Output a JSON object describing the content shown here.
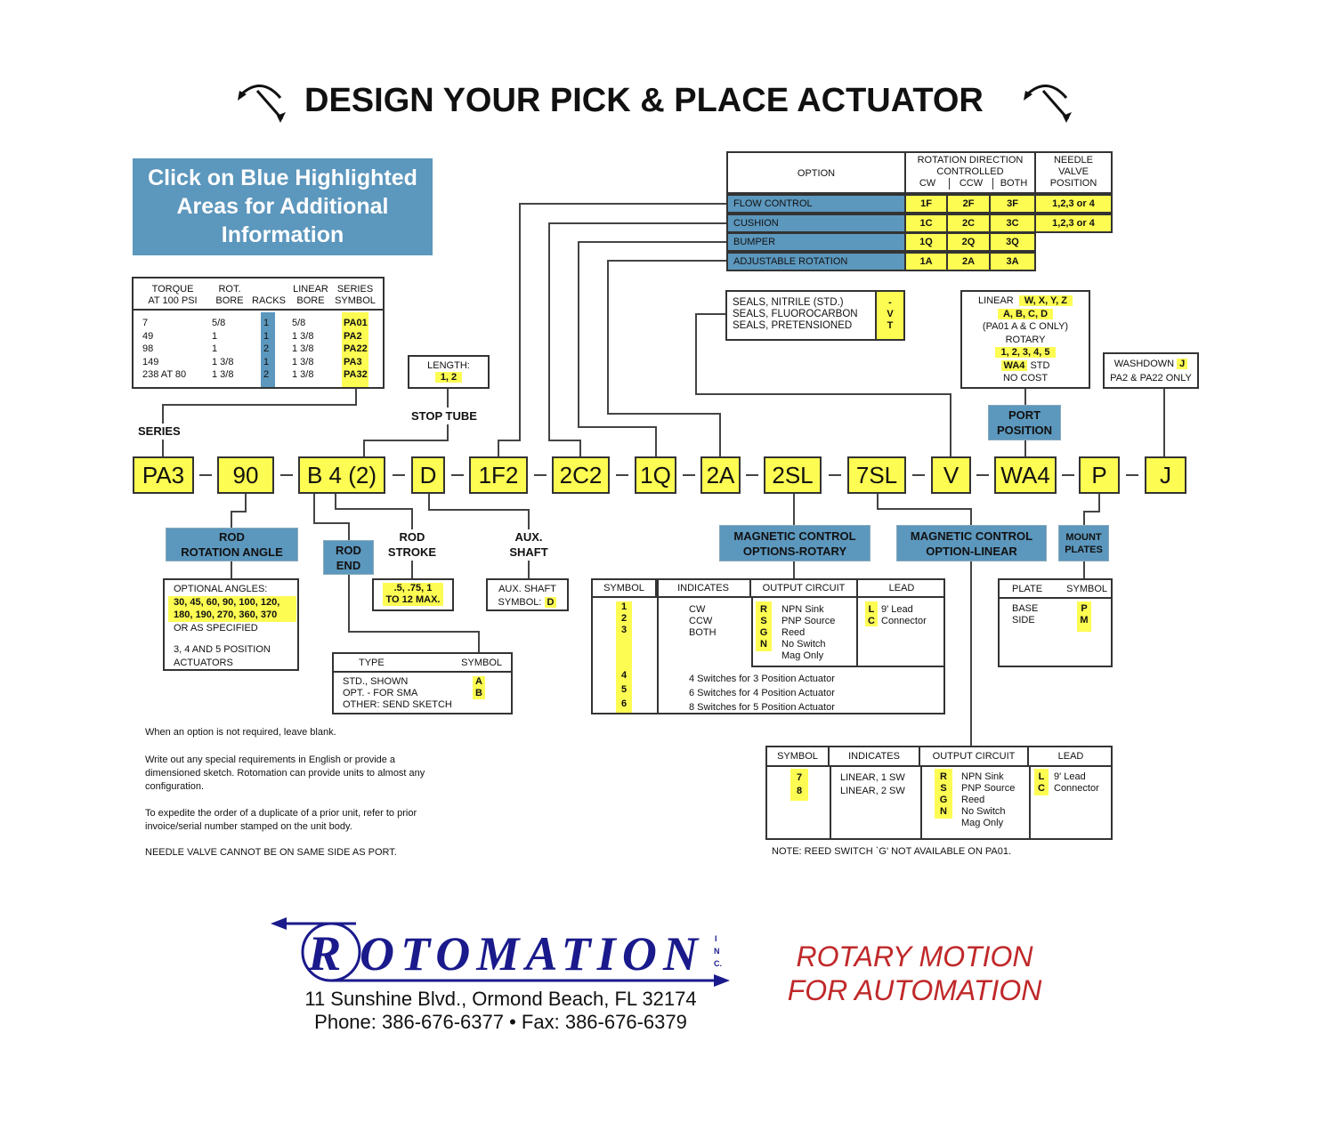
{
  "title": "DESIGN YOUR PICK & PLACE ACTUATOR",
  "info_box": [
    "Click on Blue Highlighted",
    "Areas for Additional",
    "Information"
  ],
  "series_table": {
    "headers": [
      [
        "TORQUE",
        "AT 100 PSI"
      ],
      [
        "ROT.",
        "BORE"
      ],
      [
        "",
        "RACKS"
      ],
      [
        "LINEAR",
        "BORE"
      ],
      [
        "SERIES",
        "SYMBOL"
      ]
    ],
    "rows": [
      [
        "7",
        "5/8",
        "1",
        "5/8",
        "PA01"
      ],
      [
        "49",
        "1",
        "1",
        "1 3/8",
        "PA2"
      ],
      [
        "98",
        "1",
        "2",
        "1 3/8",
        "PA22"
      ],
      [
        "149",
        "1 3/8",
        "1",
        "1 3/8",
        "PA3"
      ],
      [
        "238 AT 80",
        "1 3/8",
        "2",
        "1 3/8",
        "PA32"
      ]
    ]
  },
  "labels": {
    "series": "SERIES",
    "stop_tube": "STOP TUBE",
    "length": "LENGTH:",
    "length_values": "1, 2",
    "rod_rotation_angle": [
      "ROD",
      "ROTATION ANGLE"
    ],
    "rod_end": [
      "ROD",
      "END"
    ],
    "rod_stroke": [
      "ROD",
      "STROKE"
    ],
    "aux_shaft": [
      "AUX.",
      "SHAFT"
    ],
    "mag_rotary": [
      "MAGNETIC CONTROL",
      "OPTIONS-ROTARY"
    ],
    "mag_linear": [
      "MAGNETIC CONTROL",
      "OPTION-LINEAR"
    ],
    "mount_plates": [
      "MOUNT",
      "PLATES"
    ],
    "port_position": [
      "PORT",
      "POSITION"
    ]
  },
  "option_table": {
    "option_header": "OPTION",
    "rotation_header": [
      "ROTATION DIRECTION",
      "CONTROLLED"
    ],
    "dir_headers": [
      "CW",
      "CCW",
      "BOTH"
    ],
    "needle_header": [
      "NEEDLE",
      "VALVE",
      "POSITION"
    ],
    "rows": [
      {
        "name": "FLOW CONTROL",
        "codes": [
          "1F",
          "2F",
          "3F"
        ],
        "needle": "1,2,3 or 4"
      },
      {
        "name": "CUSHION",
        "codes": [
          "1C",
          "2C",
          "3C"
        ],
        "needle": "1,2,3 or 4"
      },
      {
        "name": "BUMPER",
        "codes": [
          "1Q",
          "2Q",
          "3Q"
        ]
      },
      {
        "name": "ADJUSTABLE ROTATION",
        "codes": [
          "1A",
          "2A",
          "3A"
        ]
      }
    ]
  },
  "seals": {
    "names": [
      "SEALS, NITRILE (STD.)",
      "SEALS, FLUOROCARBON",
      "SEALS, PRETENSIONED"
    ],
    "codes": [
      "-",
      "V",
      "T"
    ]
  },
  "port_box": {
    "linear": "LINEAR",
    "linear_codes1": "W, X, Y, Z",
    "linear_codes2": "A, B, C, D",
    "note": "(PA01 A & C ONLY)",
    "rotary": "ROTARY",
    "rotary_codes": "1, 2, 3, 4, 5",
    "std_code": "WA4",
    "std": "STD",
    "no_cost": "NO COST"
  },
  "washdown": {
    "label": "WASHDOWN",
    "code": "J",
    "note": "PA2 & PA22 ONLY"
  },
  "codes": [
    "PA3",
    "90",
    "B 4 (2)",
    "D",
    "1F2",
    "2C2",
    "1Q",
    "2A",
    "2SL",
    "7SL",
    "V",
    "WA4",
    "P",
    "J"
  ],
  "angles_box": {
    "title": "OPTIONAL ANGLES:",
    "values1": "30, 45, 60, 90, 100, 120,",
    "values2": "180, 190, 270, 360, 370",
    "or": "OR AS SPECIFIED",
    "positions1": "3, 4 AND 5 POSITION",
    "positions2": "ACTUATORS"
  },
  "stroke_box": {
    "line1": ".5, .75, 1",
    "line2": "TO 12 MAX."
  },
  "aux_box": {
    "line1": "AUX. SHAFT",
    "line2": "SYMBOL:",
    "code": "D"
  },
  "rod_end_table": {
    "headers": [
      "TYPE",
      "SYMBOL"
    ],
    "types": [
      "STD., SHOWN",
      "OPT. - FOR SMA",
      "OTHER: SEND SKETCH"
    ],
    "symbols": [
      "A",
      "B"
    ]
  },
  "rotary_table": {
    "headers": [
      "SYMBOL",
      "INDICATES",
      "OUTPUT CIRCUIT",
      "LEAD"
    ],
    "symbols": [
      "1",
      "2",
      "3"
    ],
    "indicates": [
      "CW",
      "CCW",
      "BOTH"
    ],
    "circuit_codes": [
      "R",
      "S",
      "G",
      "N"
    ],
    "circuit_names": [
      "NPN Sink",
      "PNP Source",
      "Reed",
      "No Switch",
      "Mag Only"
    ],
    "lead_codes": [
      "L",
      "C"
    ],
    "lead_names": [
      "9' Lead",
      "Connector"
    ],
    "switch_rows": [
      {
        "symbol": "4",
        "text": "4 Switches for 3 Position Actuator"
      },
      {
        "symbol": "5",
        "text": "6 Switches for 4 Position Actuator"
      },
      {
        "symbol": "6",
        "text": "8 Switches for 5 Position Actuator"
      }
    ]
  },
  "linear_table": {
    "headers": [
      "SYMBOL",
      "INDICATES",
      "OUTPUT CIRCUIT",
      "LEAD"
    ],
    "symbols": [
      "7",
      "8"
    ],
    "indicates": [
      "LINEAR, 1 SW",
      "LINEAR, 2 SW"
    ],
    "circuit_codes": [
      "R",
      "S",
      "G",
      "N"
    ],
    "circuit_names": [
      "NPN Sink",
      "PNP Source",
      "Reed",
      "No Switch",
      "Mag Only"
    ],
    "lead_codes": [
      "L",
      "C"
    ],
    "lead_names": [
      "9' Lead",
      "Connector"
    ],
    "note": "NOTE: REED SWITCH `G' NOT AVAILABLE ON PA01."
  },
  "plate_table": {
    "headers": [
      "PLATE",
      "SYMBOL"
    ],
    "plates": [
      "BASE",
      "SIDE"
    ],
    "symbols": [
      "P",
      "M"
    ]
  },
  "notes": [
    "When an option is not required, leave blank.",
    "Write out any special requirements in English or provide a dimensioned sketch. Rotomation can provide units to almost any configuration.",
    "To expedite the order of a duplicate of a prior unit, refer to prior invoice/serial number stamped on the unit body.",
    "NEEDLE VALVE CANNOT BE ON SAME SIDE AS PORT."
  ],
  "footer": {
    "logo": "ROTOMATION",
    "logo_inc": "INC.",
    "address": "11 Sunshine Blvd., Ormond Beach, FL  32174",
    "phone": "Phone: 386-676-6377  •  Fax: 386-676-6379",
    "tagline1": "ROTARY MOTION",
    "tagline2": "FOR AUTOMATION"
  },
  "colors": {
    "blue": "#5c97bd",
    "yellow": "#fdfc52",
    "logo_blue": "#1a1a8c",
    "tagline_red": "#c0282a"
  }
}
